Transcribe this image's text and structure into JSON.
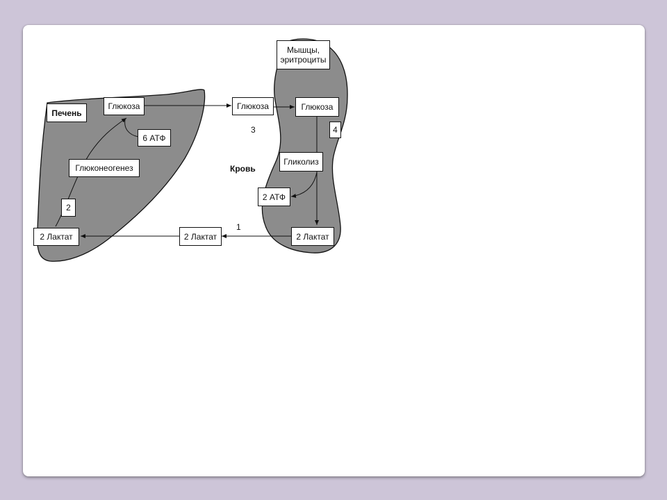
{
  "diagram": {
    "liver_label": "Печень",
    "blood_label": "Кровь",
    "muscle_label_line1": "Мышцы,",
    "muscle_label_line2": "эритроциты",
    "liver_glucose": "Глюкоза",
    "blood_glucose": "Глюкоза",
    "muscle_glucose": "Глюкоза",
    "atp_6": "6 АТФ",
    "gluconeogenesis": "Глюконеогенез",
    "step_2": "2",
    "liver_lactate": "2 Лактат",
    "blood_lactate": "2 Лактат",
    "muscle_lactate": "2 Лактат",
    "glycolysis": "Гликолиз",
    "atp_2": "2 АТФ",
    "step_1": "1",
    "step_3": "3",
    "step_4": "4"
  },
  "colors": {
    "organ_fill": "#8c8c8c",
    "background": "#cdc5d8",
    "slide": "#ffffff"
  }
}
